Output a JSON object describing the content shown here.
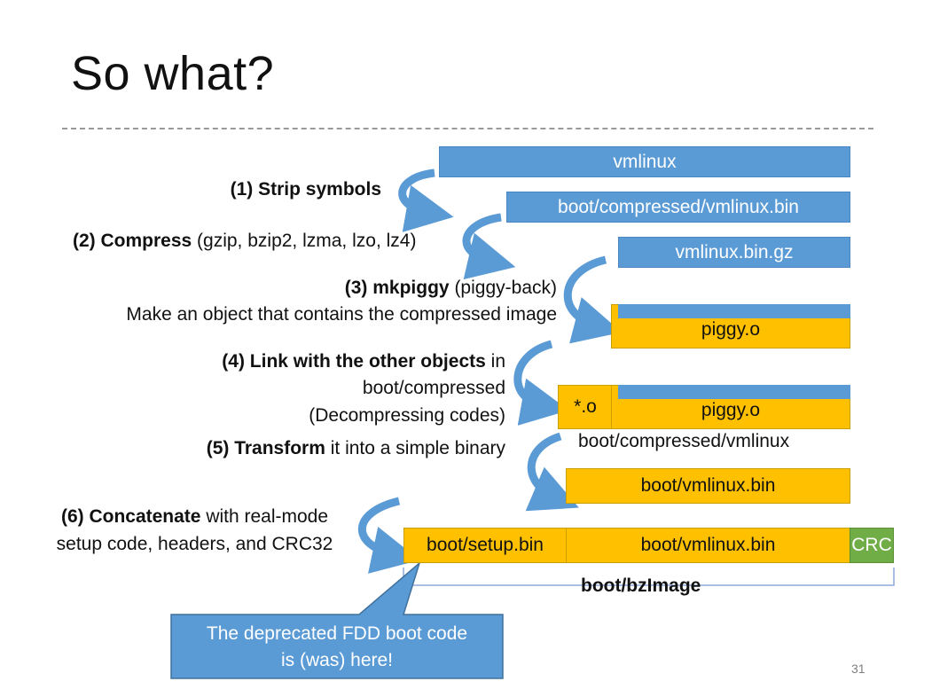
{
  "slide": {
    "title": "So what?",
    "page_number": "31"
  },
  "steps": {
    "s1": {
      "bold": "(1) Strip symbols"
    },
    "s2": {
      "bold": "(2) Compress",
      "rest": " (gzip, bzip2, lzma, lzo, lz4)"
    },
    "s3": {
      "bold": "(3) mkpiggy",
      "rest": " (piggy-back)",
      "line2": "Make an object that contains the compressed image"
    },
    "s4": {
      "bold": "(4) Link with the other objects",
      "rest": " in",
      "line2": "boot/compressed",
      "line3": "(Decompressing codes)"
    },
    "s5": {
      "bold": "(5) Transform",
      "rest": " it into a simple binary"
    },
    "s6": {
      "bold": "(6) Concatenate",
      "rest": " with real-mode",
      "line2": "setup code, headers, and CRC32"
    }
  },
  "blocks": {
    "vmlinux": "vmlinux",
    "vmlinux_bin": "boot/compressed/vmlinux.bin",
    "vmlinux_bin_gz": "vmlinux.bin.gz",
    "piggy_o_1": "piggy.o",
    "star_o": "*.o",
    "piggy_o_2": "piggy.o",
    "compressed_vmlinux_label": "boot/compressed/vmlinux",
    "boot_vmlinux_bin": "boot/vmlinux.bin",
    "setup_bin": "boot/setup.bin",
    "boot_vmlinux_bin_2": "boot/vmlinux.bin",
    "crc": "CRC",
    "bzimage_label": "boot/bzImage"
  },
  "callout": {
    "line1": "The deprecated FDD boot code",
    "line2": "is  (was) here!"
  },
  "colors": {
    "blue": "#5b9bd5",
    "yellow": "#ffc000",
    "green": "#70ad47"
  }
}
